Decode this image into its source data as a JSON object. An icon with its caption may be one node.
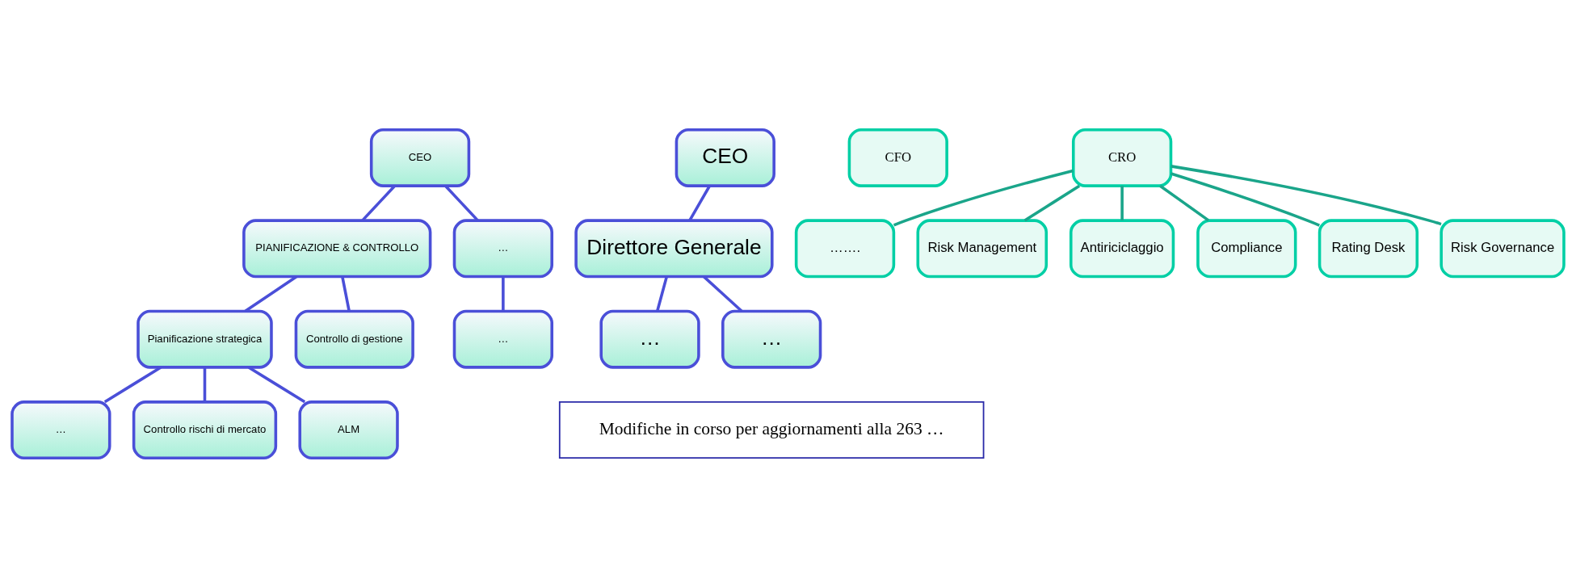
{
  "diagram": {
    "nodes": [
      {
        "text": [
          "CEO"
        ]
      },
      {
        "text": [
          "PIANIFICAZIONE & CONTROLLO"
        ]
      },
      {
        "text": [
          "…"
        ]
      },
      {
        "text": [
          "Pianificazione strategica"
        ]
      },
      {
        "text": [
          "Controllo di gestione"
        ]
      },
      {
        "text": [
          "…"
        ]
      },
      {
        "text": [
          "…"
        ]
      },
      {
        "text": [
          "Controllo rischi di mercato"
        ]
      },
      {
        "text": [
          "ALM"
        ]
      },
      {
        "text": [
          "CEO"
        ]
      },
      {
        "text": [
          "CFO"
        ]
      },
      {
        "text": [
          "CRO"
        ]
      },
      {
        "text": [
          "……."
        ]
      },
      {
        "text": [
          "Direttore Generale"
        ]
      },
      {
        "text": [
          "Risk Management"
        ]
      },
      {
        "text": [
          "Antiriciclaggio"
        ]
      },
      {
        "text": [
          "Compliance"
        ]
      },
      {
        "text": [
          "Rating Desk"
        ]
      },
      {
        "text": [
          "Risk Governance"
        ]
      },
      {
        "text": [
          "…"
        ]
      },
      {
        "text": [
          "…"
        ]
      },
      {
        "text": [
          "Modifiche in corso per aggiornamenti alla 263 …"
        ]
      }
    ],
    "edges": [
      {
        "from": 0,
        "to": 1,
        "arrow": "none"
      },
      {
        "from": 0,
        "to": 2,
        "arrow": "none"
      },
      {
        "from": 1,
        "to": 3,
        "arrow": "none"
      },
      {
        "from": 1,
        "to": 4,
        "arrow": "none"
      },
      {
        "from": 2,
        "to": 5,
        "arrow": "none"
      },
      {
        "from": 3,
        "to": 6,
        "arrow": "none"
      },
      {
        "from": 3,
        "to": 7,
        "arrow": "none"
      },
      {
        "from": 3,
        "to": 8,
        "arrow": "none"
      },
      {
        "from": 9,
        "to": 13,
        "arrow": "none"
      },
      {
        "from": 11,
        "to": 12,
        "arrow": "none",
        "color": "#1aa58a"
      },
      {
        "from": 11,
        "to": 14,
        "arrow": "none",
        "color": "#1aa58a"
      },
      {
        "from": 11,
        "to": 15,
        "arrow": "none",
        "color": "#1aa58a"
      },
      {
        "from": 11,
        "to": 16,
        "arrow": "none",
        "color": "#1aa58a"
      },
      {
        "from": 11,
        "to": 17,
        "arrow": "none",
        "color": "#1aa58a"
      },
      {
        "from": 11,
        "to": 18,
        "arrow": "none",
        "color": "#1aa58a"
      },
      {
        "from": 13,
        "to": 19,
        "arrow": "none"
      },
      {
        "from": 13,
        "to": 20,
        "arrow": "none"
      }
    ]
  }
}
